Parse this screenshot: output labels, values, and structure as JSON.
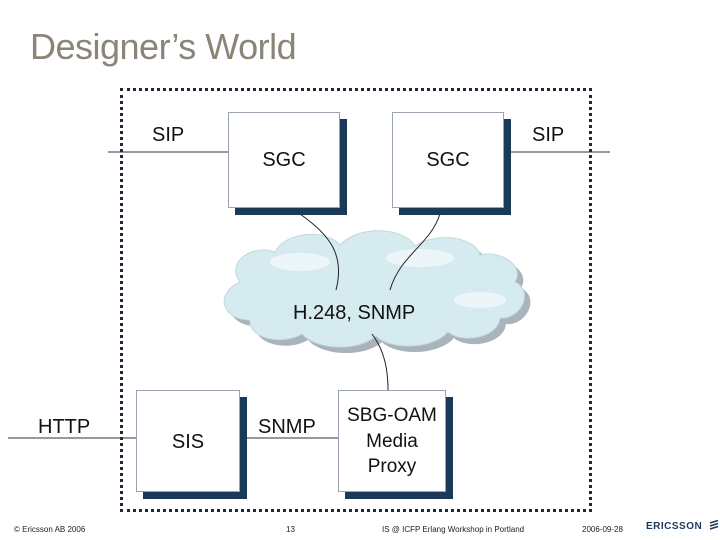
{
  "slide": {
    "title": "Designer’s World"
  },
  "diagram": {
    "sip_left": "SIP",
    "sip_right": "SIP",
    "sgc_left": "SGC",
    "sgc_right": "SGC",
    "cloud_label": "H.248, SNMP",
    "http": "HTTP",
    "sis": "SIS",
    "snmp": "SNMP",
    "sbg_line1": "SBG-OAM",
    "sbg_line2": "Media",
    "sbg_line3": "Proxy"
  },
  "footer": {
    "copyright": "© Ericsson AB 2006",
    "page_number": "13",
    "event": "IS @ ICFP Erlang Workshop in Portland",
    "date": "2006-09-28",
    "logo_text": "ERICSSON"
  },
  "colors": {
    "shadow": "#1b3a5a",
    "cloud_fill": "#d6ebf0",
    "cloud_shadow": "#a9b3bb",
    "title": "#8b8578"
  }
}
